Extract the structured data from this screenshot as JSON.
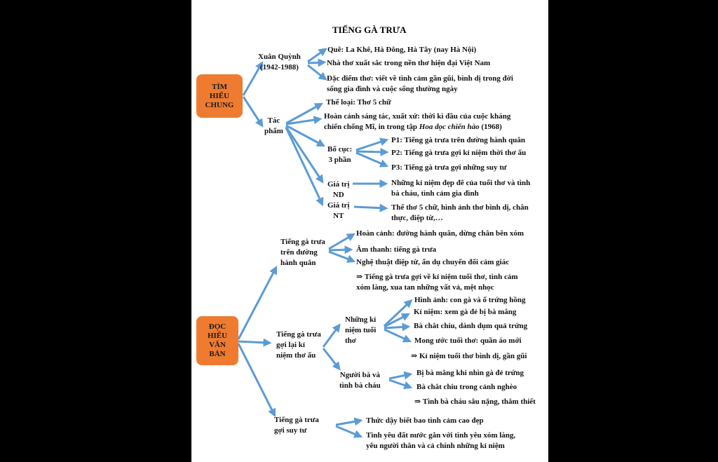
{
  "title": "TIẾNG GÀ TRƯA",
  "box1": [
    "TÌM",
    "HIỂU",
    "CHUNG"
  ],
  "box2": [
    "ĐỌC",
    "HIỂU",
    "VĂN",
    "BẢN"
  ],
  "author": {
    "label": [
      "Xuân Quỳnh",
      "(1942-1988)"
    ],
    "items": [
      [
        "Quê: La Khê, Hà Đông, Hà Tây (nay Hà Nội)"
      ],
      [
        "Nhà thơ xuất sắc trong nền thơ hiện đại Việt Nam"
      ],
      [
        "Đặc điểm thơ: viết về tình cảm gần gũi, bình dị trong đời",
        "sống gia đình và cuộc sống thường ngày"
      ]
    ]
  },
  "work": {
    "label": [
      "Tác",
      "phẩm"
    ],
    "genre": "Thể loại: Thơ 5 chữ",
    "context_line1": "Hoàn cảnh sáng tác, xuất xứ: thời kì đầu của cuộc kháng",
    "context_line2_pre": "chiến chống Mĩ, in trong tập ",
    "context_line2_italic": "Hoa dọc chiến hào",
    "context_line2_post": " (1968)",
    "structure": {
      "label": [
        "Bố cục:",
        "3 phần"
      ],
      "parts": [
        "P1: Tiếng gà trưa trên đường hành quân",
        "P2: Tiếng gà trưa gợi kỉ niệm thời thơ ấu",
        "P3: Tiếng gà trưa gợi những suy tư"
      ]
    },
    "content_value": {
      "label": [
        "Giá trị",
        "ND"
      ],
      "text": [
        "Những kỉ niệm đẹp đẽ của tuổi thơ và tình",
        "bà cháu, tình cảm gia đình"
      ]
    },
    "art_value": {
      "label": [
        "Giá trị",
        "NT"
      ],
      "text": [
        "Thể thơ 5 chữ, hình ảnh thơ bình dị, chân",
        "thực, điệp từ,…"
      ]
    }
  },
  "reading": {
    "march": {
      "label": [
        "Tiếng gà trưa",
        "trên đường",
        "hành quân"
      ],
      "items": [
        "Hoàn cảnh: đường hành quân, dừng chân bên xóm",
        "Âm thanh: tiếng gà trưa",
        "Nghệ thuật điệp từ, ẩn dụ chuyển đổi cảm giác"
      ],
      "conclusion": [
        "⇒ Tiếng gà trưa gợi về kỉ niệm tuổi thơ, tình cảm",
        "xóm làng, xua tan những vất vả, mệt nhọc"
      ]
    },
    "childhood": {
      "label": [
        "Tiếng gà trưa",
        "gợi lại kỉ",
        "niệm thơ ấu"
      ],
      "memories": {
        "label": [
          "Những kỉ",
          "niệm tuổi",
          "thơ"
        ],
        "items": [
          "Hình ảnh: con gà và ổ trứng hồng",
          "Kỉ niệm: xem gà đẻ bị bà mắng",
          "Bà chắt chiu, dành dụm quả trứng",
          "Mong ước tuổi thơ: quần áo mới"
        ],
        "conclusion": "⇒ Kỉ niệm tuổi thơ bình dị, gần gũi"
      },
      "grandma": {
        "label": [
          "Người bà và",
          "tình bà cháu"
        ],
        "items": [
          "Bị bà mắng khi nhìn gà đẻ trứng",
          "Bà chắt chiu trong cảnh nghèo"
        ],
        "conclusion": "⇒ Tình bà cháu sâu nặng, thắm thiết"
      }
    },
    "reflection": {
      "label": [
        "Tiếng gà trưa",
        "gợi suy tư"
      ],
      "items": [
        [
          "Thức dậy biết bao tình cảm cao đẹp"
        ],
        [
          "Tình yêu đất nước gắn với tình yêu xóm làng,",
          "yêu người thân và cả chính những kỉ niệm"
        ]
      ]
    }
  },
  "colors": {
    "box": "#ee7b30",
    "arrow": "#5b9bd5",
    "background": "#000000",
    "page": "#ffffff"
  }
}
